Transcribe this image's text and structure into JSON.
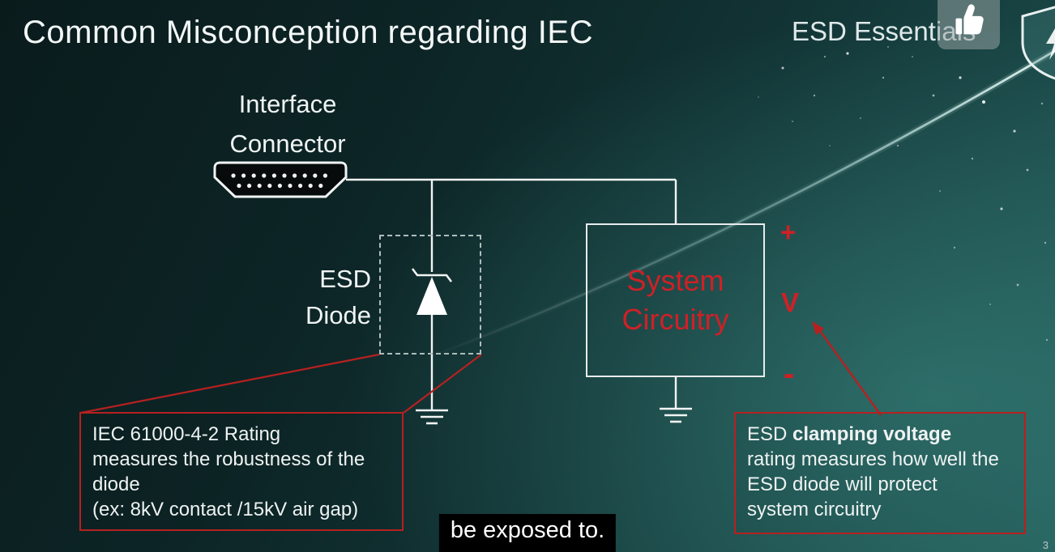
{
  "header": {
    "title": "Common Misconception regarding IEC",
    "brand": "ESD Essentials"
  },
  "overlay": {
    "caption": "be exposed to.",
    "page_number": "3"
  },
  "diagram": {
    "connector": {
      "label_line1": "Interface",
      "label_line2": "Connector"
    },
    "esd_diode": {
      "label_line1": "ESD",
      "label_line2": "Diode"
    },
    "system_box": {
      "line1": "System",
      "line2": "Circuitry"
    },
    "terminals": {
      "plus": "+",
      "voltage": "V",
      "minus": "-"
    }
  },
  "callouts": {
    "iec_rating": {
      "line1": "IEC 61000-4-2 Rating",
      "line2": "measures the robustness of the",
      "line3": "diode",
      "line4": "(ex: 8kV contact /15kV air gap)"
    },
    "clamping": {
      "line1_prefix": "ESD ",
      "line1_bold": "clamping voltage",
      "line2": "rating measures how well the",
      "line3": "ESD diode will protect",
      "line4": "system circuitry"
    }
  },
  "icons": {
    "like": "thumbs-up-icon",
    "logo": "shield-logo-icon",
    "connector": "hdmi-connector-icon",
    "diode": "zener-diode-icon",
    "ground": "ground-symbol-icon",
    "pointer": "red-arrow-icon"
  },
  "colors": {
    "background_teal": "#1b4a49",
    "accent_red": "#cf2026",
    "callout_border_red": "#b72020",
    "wire_white": "#f2f4f4",
    "caption_background": "#000000",
    "text_white": "#f0f4f4"
  }
}
